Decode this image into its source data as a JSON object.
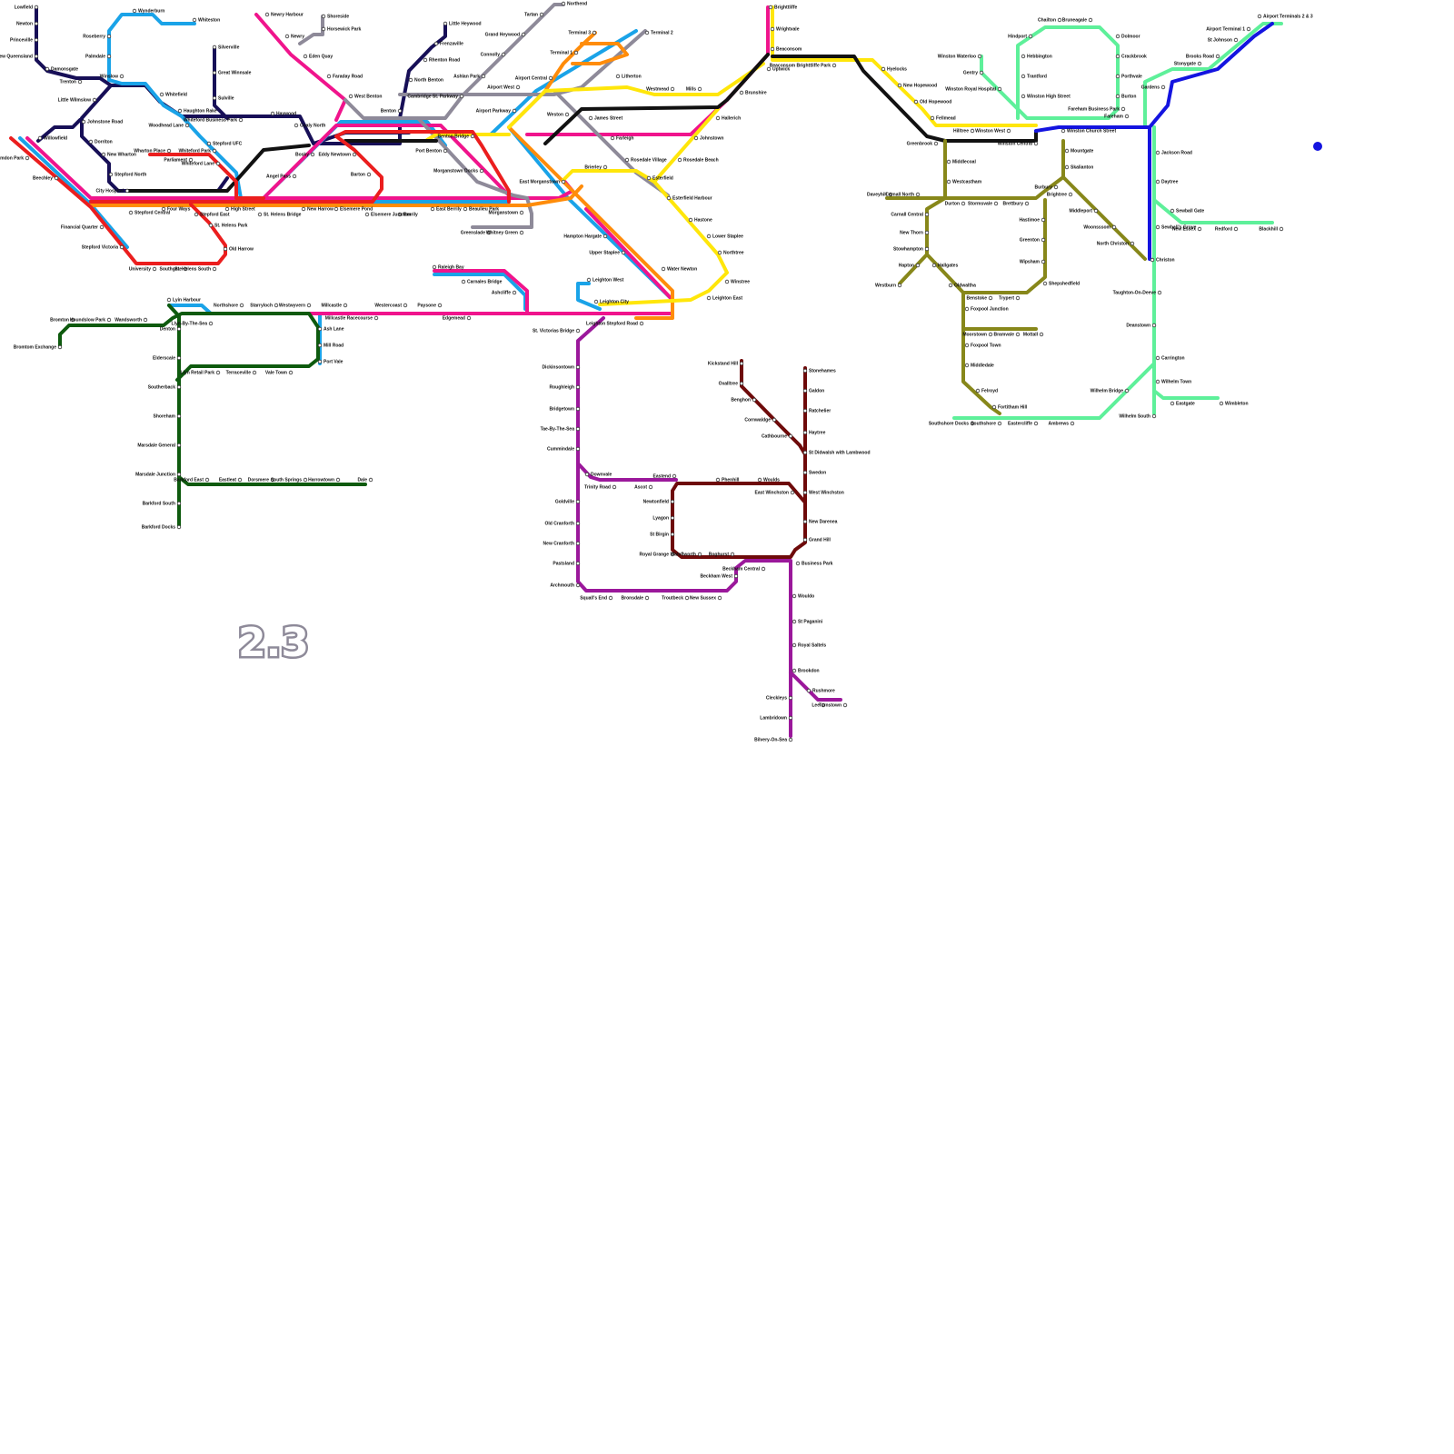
{
  "map": {
    "version_label": "2.3",
    "marker_color": "#1414e0",
    "lines": [
      {
        "id": "navy",
        "color": "#170f57",
        "stations": [
          "Lowfield",
          "Newton",
          "Princeville",
          "New Queensland",
          "Damonsgate",
          "Trenton",
          "Little Wilmslow",
          "Johnstone Road",
          "Dorriton",
          "New Wharton",
          "Stepford North",
          "City Hospital",
          "Silverville",
          "Great Winnsale",
          "Sulville",
          "Whiteford Business Park",
          "Haywood",
          "Coaly North",
          "Little Heywood",
          "Frenzaville",
          "Rhenton Road",
          "North Benton",
          "Benton",
          "Willowfield"
        ]
      },
      {
        "id": "lightblue",
        "color": "#1aa3e8",
        "stations": [
          "Wynderburn",
          "Whiteston",
          "Roseberry",
          "Palmdale",
          "Winslow",
          "Whitefield",
          "Haughton Rake",
          "Woodhead Lane",
          "Stepford UFC",
          "Port Benton",
          "Benton Bridge",
          "Airport Parkway",
          "Airport Central",
          "Weston",
          "Hampton Hargate",
          "Upper Staplee",
          "Water Newton",
          "Leighton West",
          "Leighton City",
          "Carnales Bridge",
          "Ashcliffe",
          "Raleigh Bay",
          "Lyin Harbour",
          "Ash Lane",
          "Mill Road",
          "Port Vale",
          "Stepford Victoria",
          "Financial Quarter",
          "Beechley",
          "Hemdon Park"
        ]
      },
      {
        "id": "magenta",
        "color": "#f0148c",
        "stations": [
          "Newry Harbour",
          "Newry",
          "Eden Quay",
          "Faraday Road",
          "West Benton",
          "Angel Pass",
          "Bosky",
          "Morganstown Docks",
          "James Street",
          "Farleigh",
          "Hallerich",
          "Johnstown",
          "Brunshire",
          "Brighttliffe",
          "Northshore",
          "Starryloch",
          "Westwyvern",
          "Millcastle",
          "Westercoast",
          "Paysone",
          "Millcastle Racecourse",
          "Edgemead"
        ]
      },
      {
        "id": "grey",
        "color": "#8e8a99",
        "stations": [
          "Northend",
          "Tartan",
          "Grand Heywood",
          "Connolly",
          "Ashlan Park",
          "Cambridge St. Parkway",
          "Airport West",
          "Litherton",
          "Rosedale Village",
          "Esterfield",
          "Esterfield Harbour",
          "Morganstown",
          "Greenslade",
          "Whitney Green",
          "Shoreside",
          "Horsewick Park"
        ]
      },
      {
        "id": "orange",
        "color": "#ff8c0a",
        "stations": [
          "Terminal 3",
          "Terminal 1",
          "Terminal 2",
          "East Morganstown",
          "Leighton Stepford Road"
        ]
      },
      {
        "id": "yellow",
        "color": "#ffe60a",
        "stations": [
          "Wrightvale",
          "Beaconsom",
          "Uptwick",
          "Beaconsom Brighttliffe Park",
          "Hyelocks",
          "New Hopewood",
          "Old Hopewood",
          "Fellmead",
          "Hilltree",
          "Winston West",
          "Rosedale Beach",
          "Brierley",
          "Westmead",
          "Mills",
          "Hastone",
          "Lower Staplee",
          "Northtree",
          "Winstree",
          "Leighton East"
        ]
      },
      {
        "id": "black",
        "color": "#111111",
        "stations": [
          "Greenbrook",
          "Winston Central"
        ]
      },
      {
        "id": "red",
        "color": "#eb1e1e",
        "stations": [
          "Wharton Place",
          "Parliament",
          "Whiteford Lane",
          "Whiteford Park",
          "Stepford Central",
          "Four Ways",
          "Stepford East",
          "High Street",
          "St. Helens Bridge",
          "New Harrow",
          "Elsemere Pond",
          "Elsemere Junction",
          "Berrily",
          "East Berrily",
          "Beaulieu Park",
          "Airport Central",
          "Barton",
          "Eddy Newtown",
          "St. Helens Park",
          "Old Harrow",
          "University",
          "Southgate",
          "St. Helens South"
        ]
      },
      {
        "id": "darkgreen",
        "color": "#0e5a0e",
        "stations": [
          "Bromtom Exchange",
          "Bromton",
          "Houndslow Park",
          "Wandsworth",
          "Denton",
          "Llyn-By-The-Sea",
          "Llyn Retail Park",
          "Terraceville",
          "Vale Town",
          "Elderscale",
          "Southerback",
          "Shoreham",
          "Marsdale General",
          "Marsdale Junction",
          "Barkford East",
          "Eastleat",
          "Dorsmere",
          "South Springs",
          "Harrowtown",
          "Dale",
          "Barkford South",
          "Barkford Docks"
        ]
      },
      {
        "id": "purple",
        "color": "#9b189b",
        "stations": [
          "St. Victorias Bridge",
          "Dickinsontown",
          "Roughleigh",
          "Bridgetown",
          "Tae-By-The-Sea",
          "Cummindale",
          "Downvale",
          "Trinity Road",
          "Ascot",
          "Eastend",
          "Goldville",
          "Old Cranforth",
          "New Cranforth",
          "Pastsland",
          "Archmouth",
          "Squall's End",
          "Bronsdale",
          "Troutbeck",
          "New Sussex",
          "Beckham West",
          "Beckham Central",
          "Business Park",
          "Wouldo",
          "St Paganini",
          "Royal Saltels",
          "Brookdon",
          "Lee",
          "Turnstown",
          "Rushmore",
          "Cleckleys",
          "Lambridown",
          "Bilvery-On-Sea"
        ]
      },
      {
        "id": "maroon",
        "color": "#6e0a0a",
        "stations": [
          "Kickstand Hill",
          "Oxalltree",
          "Benghon",
          "Cornwaldge",
          "Cathbourne",
          "Stonehames",
          "Galdon",
          "Ratchelier",
          "Haytree",
          "St Didwalsh with Lambwood",
          "Swedon",
          "West Winchston",
          "East Winchston",
          "Phenhill",
          "Woulds",
          "New Darenea",
          "Grand Hill",
          "Newtonfield",
          "Lyagon",
          "St Birgin",
          "Royal Grange",
          "Wateflworth",
          "Boghurst"
        ]
      },
      {
        "id": "olive",
        "color": "#87871a",
        "stations": [
          "Daveyhill",
          "Carnall North",
          "Carnall Central",
          "New Thorn",
          "Stowhampton",
          "Hapton",
          "Westburn",
          "Hallgates",
          "Oldwaltha",
          "Middlecoal",
          "Westcastham",
          "Durton",
          "Stormsvale",
          "Brettbury",
          "Hastimoe",
          "Greenton",
          "Wipsham",
          "Shepshedfield",
          "Benstoke",
          "Trypert",
          "Foxpool Junction",
          "Moorstown",
          "Bramvale",
          "Mottall",
          "Foxpool Town",
          "Middledale",
          "Felroyd",
          "Fortitham Hill",
          "Mountgate",
          "Skalianton",
          "Burbury",
          "Brightree",
          "Middleport",
          "Woonsssom",
          "North Christon",
          "Christon"
        ]
      },
      {
        "id": "mint",
        "color": "#5ef09a",
        "stations": [
          "Chailton",
          "Bruneagale",
          "Dolmoor",
          "Hindport",
          "Hebbington",
          "Trantford",
          "Winston High Street",
          "Crackbrook",
          "Porthvale",
          "Burton",
          "Fareham Business Park",
          "Fareham",
          "Winston Waterloo",
          "Gentry",
          "Winston Royal Hospital",
          "Gardens",
          "Stonygate",
          "Brooks Road",
          "Jackson Road",
          "Daytree",
          "Sewball Gate",
          "Sewball's Grove",
          "New Essex",
          "Redford",
          "Blackhill",
          "Taughton-On-Deeve",
          "Deanstown",
          "Carrington",
          "Wilhelm Town",
          "Eastgate",
          "Wimbleton",
          "Wilhelm Bridge",
          "Wilhelm South",
          "Southshore Docks",
          "Southshore",
          "Eastercliffe",
          "Ambrews"
        ]
      },
      {
        "id": "blue",
        "color": "#1414e0",
        "stations": [
          "Airport Terminals 2 & 3",
          "Airport Terminal 1",
          "St Johnson",
          "Winston Church Street"
        ]
      }
    ]
  }
}
